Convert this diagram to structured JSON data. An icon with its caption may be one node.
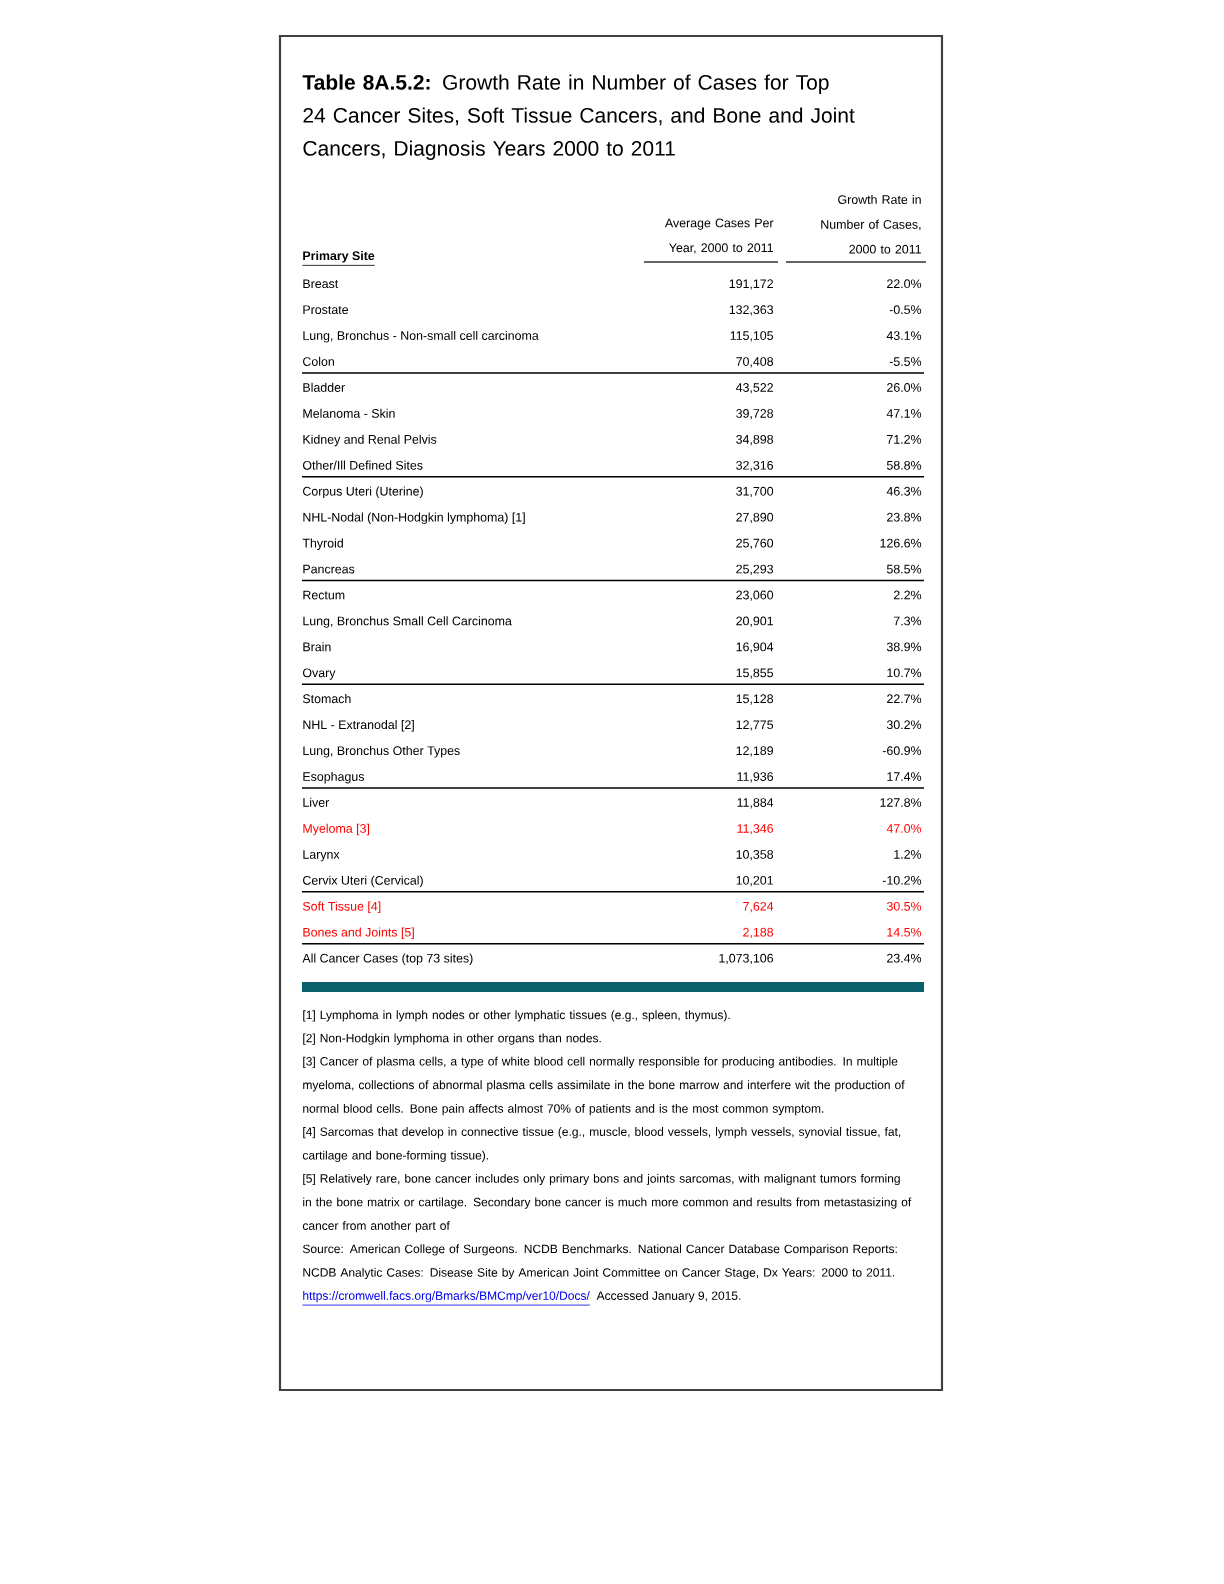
{
  "diagram": {
    "title": "**Table 8A.5.2:** Growth Rate in Number of Cases for Top 24 Cancer Sites, Soft Tissue Cancers, and Bone and Joint Cancers, Diagnosis Years 2000 to 2011",
    "labels": [
      "Primary Site",
      "Average Cases Per Year, 2000 to 2011",
      "Growth Rate in Number of Cases, 2000 to 2011",
      "Breast",
      "191,172",
      "22.0%",
      "Prostate",
      "132,363",
      "-0.5%",
      "Lung, Bronchus - Non-small cell carcinoma",
      "115,105",
      "43.1%",
      "Colon",
      "70,408",
      "-5.5%",
      "Bladder",
      "43,522",
      "26.0%",
      "Melanoma - Skin",
      "39,728",
      "47.1%",
      "Kidney and Renal Pelvis",
      "34,898",
      "71.2%",
      "Other/Ill Defined Sites",
      "32,316",
      "58.8%",
      "Corpus Uteri (Uterine)",
      "31,700",
      "46.3%",
      "NHL-Nodal (Non-Hodgkin lymphoma) [1]",
      "27,890",
      "23.8%",
      "Thyroid",
      "25,760",
      "126.6%",
      "Pancreas",
      "25,293",
      "58.5%",
      "Rectum",
      "23,060",
      "2.2%",
      "Lung, Bronchus Small Cell Carcinoma",
      "20,901",
      "7.3%",
      "Brain",
      "16,904",
      "38.9%",
      "Ovary",
      "15,855",
      "10.7%",
      "Stomach",
      "15,128",
      "22.7%",
      "NHL - Extranodal [2]",
      "12,775",
      "30.2%",
      "Lung, Bronchus Other Types",
      "12,189",
      "-60.9%",
      "Esophagus",
      "11,936",
      "17.4%",
      "Liver",
      "11,884",
      "127.8%",
      "Myeloma [3]",
      "11,346",
      "47.0%",
      "Larynx",
      "10,358",
      "1.2%",
      "Cervix Uteri (Cervical)",
      "10,201",
      "-10.2%",
      "Soft Tissue [4]",
      "7,624",
      "30.5%",
      "Bones and Joints [5]",
      "2,188",
      "14.5%",
      "All Cancer Cases (top 73 sites)",
      "1,073,106",
      "23.4%",
      "[1] Lymphoma in lymph nodes or other lymphatic tissues (e.g., spleen, thymus).",
      "[2] Non-Hodgkin lymphoma in other organs than nodes.",
      "[3] Cancer of plasma cells, a type of white blood cell normally responsible for producing antibodies.  In multiple myeloma, collections of abnormal plasma cells assimilate in the bone marrow and interfere wit the production of normal blood cells. Bone pain affects almost 70% of patients and is the most common symptom.",
      "[4] Sarcomas that develop in connective tissue (e.g., muscle, blood vessels, lymph vessels, synovial tissue, fat, cartilage and bone-forming tissue).",
      "[5] Relatively rare, bone cancer includes only primary bons and joints sarcomas, with malignant tumors forming in the bone matrix or cartilage. Secondary bone cancer is much more common and results from metastasizing of cancer from another part of",
      "Source: American College of Surgeons. NCDB Benchmarks. National Cancer Database Comparison Reports: NCDB Analytic Cases: Disease Site by American Joint Committee on Cancer Stage, Dx Years: 2000 to 2011.",
      "https://cromwell.facs.org/Bmarks/BMCmp/ver10/Docs/",
      "Accessed January 9, 2015."
    ]
  }
}
